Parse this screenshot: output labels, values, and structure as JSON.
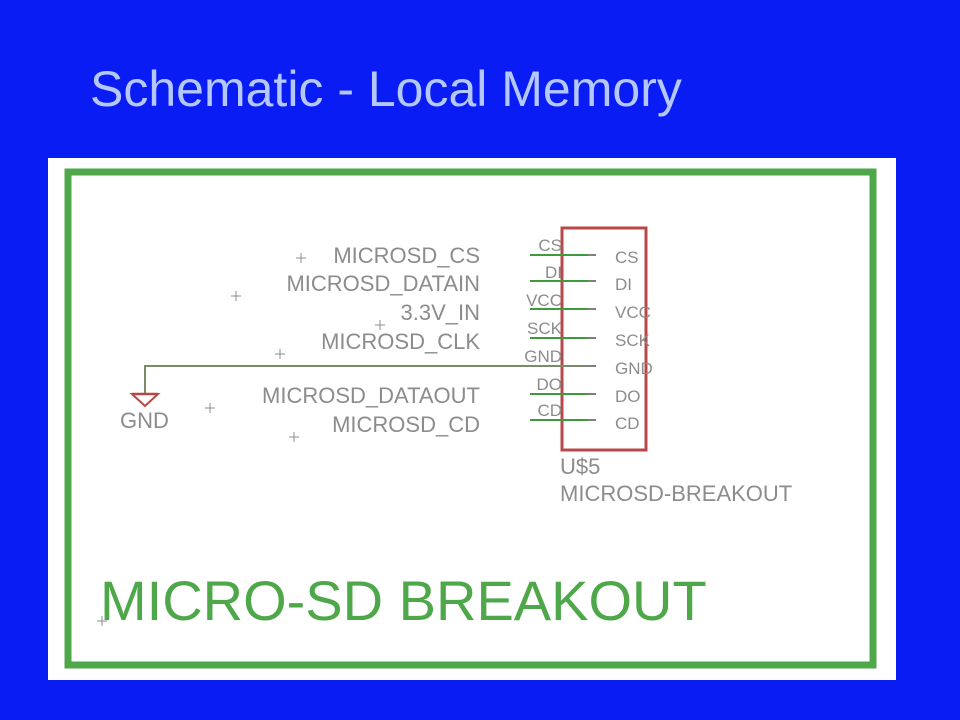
{
  "slide": {
    "title": "Schematic - Local Memory"
  },
  "schematic": {
    "colors": {
      "background": "#0a1cf4",
      "title": "#b4c8ff",
      "frame": "#4ea84a",
      "net_wire": "#3d9a3d",
      "gnd_wire": "#7a8a6a",
      "part_outline": "#b84848",
      "gnd_symbol": "#b84848",
      "label_text": "#8c8c8c"
    },
    "net_labels": [
      {
        "name": "net-microsd-cs",
        "text": "MICROSD_CS"
      },
      {
        "name": "net-microsd-datain",
        "text": "MICROSD_DATAIN"
      },
      {
        "name": "net-3v3-in",
        "text": "3.3V_IN"
      },
      {
        "name": "net-microsd-clk",
        "text": "MICROSD_CLK"
      },
      {
        "name": "net-microsd-dataout",
        "text": "MICROSD_DATAOUT"
      },
      {
        "name": "net-microsd-cd",
        "text": "MICROSD_CD"
      }
    ],
    "pins": [
      {
        "outer": "CS",
        "inner": "CS"
      },
      {
        "outer": "DI",
        "inner": "DI"
      },
      {
        "outer": "VCC",
        "inner": "VCC"
      },
      {
        "outer": "SCK",
        "inner": "SCK"
      },
      {
        "outer": "GND",
        "inner": "GND"
      },
      {
        "outer": "DO",
        "inner": "DO"
      },
      {
        "outer": "CD",
        "inner": "CD"
      }
    ],
    "gnd_label": "GND",
    "part_name": "U$5",
    "part_value": "MICROSD-BREAKOUT",
    "frame_title": "MICRO-SD BREAKOUT"
  }
}
